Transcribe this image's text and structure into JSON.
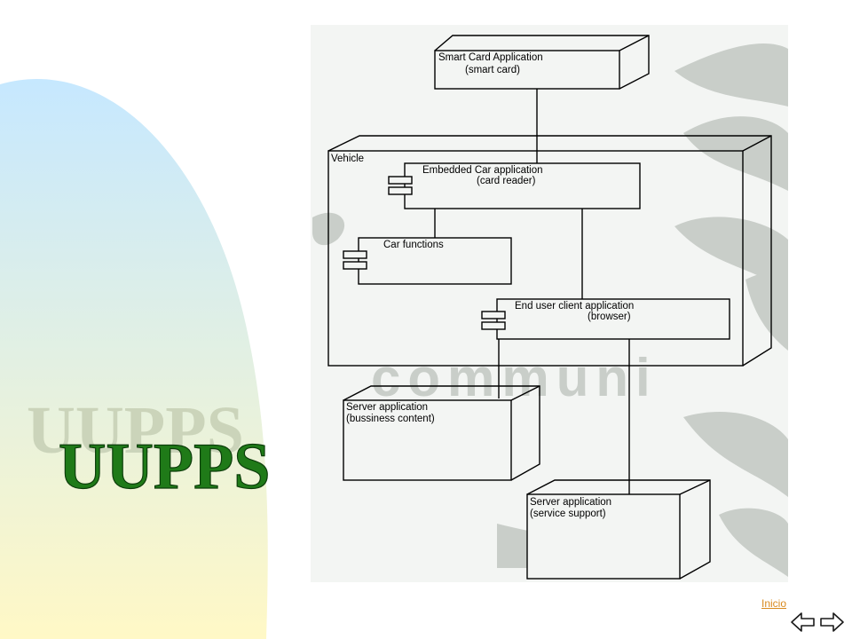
{
  "background": {
    "watermark_word": "communi",
    "brand_shadow": "UUPPS",
    "brand": "UUPPS",
    "colors": {
      "gradient_top": "#c6e8ff",
      "gradient_bottom": "#fff8c6",
      "brand_green": "#1f7a18",
      "watermark_gray": "#c9cec9",
      "diagram_bg": "#f3f5f3"
    }
  },
  "diagram": {
    "nodes": {
      "smart_card": {
        "line1": "Smart Card Application",
        "line2": "(smart card)"
      },
      "vehicle": {
        "label": "Vehicle"
      },
      "server_business": {
        "line1": "Server application",
        "line2": "(bussiness content)"
      },
      "server_support": {
        "line1": "Server application",
        "line2": "(service support)"
      }
    },
    "components": {
      "embedded": {
        "line1": "Embedded Car application",
        "line2": "(card reader)"
      },
      "car_functions": {
        "line1": "Car functions"
      },
      "end_user": {
        "line1": "End user client application",
        "line2": "(browser)"
      }
    }
  },
  "footer": {
    "link_label": "Inicio",
    "prev_icon": "arrow-left-icon",
    "next_icon": "arrow-right-icon"
  }
}
